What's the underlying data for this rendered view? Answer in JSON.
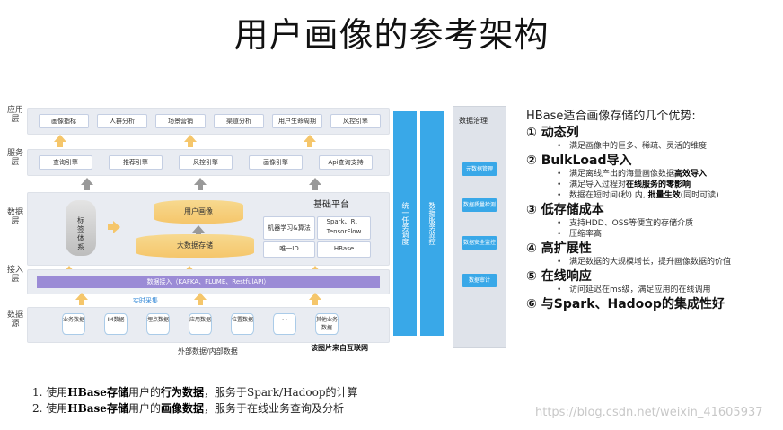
{
  "title": "用户画像的参考架构",
  "layers": {
    "app": "应用层",
    "service": "服务层",
    "data": "数据层",
    "ingest": "接入层",
    "source": "数据源"
  },
  "app_modules": [
    "画像指标",
    "人群分析",
    "场景营销",
    "渠道分析",
    "用户生命周期",
    "风控引擎"
  ],
  "service_modules": [
    "查询引擎",
    "推荐引擎",
    "风控引擎",
    "画像引擎",
    "Api查询支持"
  ],
  "data_layer": {
    "tag_system": "标签体系",
    "user_portrait": "用户画像",
    "big_data_storage": "大数据存储",
    "platform_title": "基础平台",
    "ml": "机器学习&算法",
    "spark": "Spark、R、TensorFlow",
    "oneid": "唯一ID",
    "hbase": "HBase"
  },
  "ingest": {
    "access": "数据接入（KAFKA、FLUME、RestfulAPI）",
    "realtime": "实时采集"
  },
  "sources": [
    "业务数据",
    "IM数据",
    "埋点数据",
    "应用数据",
    "位置数据",
    "· ·",
    "其他业务数据"
  ],
  "source_footer": "外部数据/内部数据",
  "image_credit": "该图片来自互联网",
  "blue_cols": [
    "统一任务调度",
    "数据服务监控"
  ],
  "governance": {
    "title": "数据治理",
    "items": [
      "元数据管理",
      "数据质量检测",
      "数据安全监控",
      "数据审计"
    ]
  },
  "advantages": {
    "title": "HBase适合画像存储的几个优势:",
    "items": [
      {
        "num": "①",
        "head": "动态列",
        "bullets": [
          [
            "满足画像中的巨多、稀疏、灵活的维度"
          ]
        ]
      },
      {
        "num": "②",
        "head": "BulkLoad导入",
        "bullets": [
          [
            "满足离线产出的海量画像数据",
            "高效导入"
          ],
          [
            "满足导入过程对",
            "在线服务的零影响"
          ],
          [
            "数据在短时间(秒) 内, ",
            "批量生效",
            "(同时可读)"
          ]
        ]
      },
      {
        "num": "③",
        "head": "低存储成本",
        "bullets": [
          [
            "支持HDD、OSS等便宜的存储介质"
          ],
          [
            "压缩率高"
          ]
        ]
      },
      {
        "num": "④",
        "head": "高扩展性",
        "bullets": [
          [
            "满足数据的大规模增长，提升画像数据的价值"
          ]
        ]
      },
      {
        "num": "⑤",
        "head": "在线响应",
        "bullets": [
          [
            "访问延迟在ms级，满足应用的在线调用"
          ]
        ]
      },
      {
        "num": "⑥",
        "head": "与Spark、Hadoop的集成性好",
        "bullets": []
      }
    ]
  },
  "notes": [
    {
      "idx": "1.",
      "p1": "使用",
      "b1": "HBase存储",
      "p2": "用户的",
      "b2": "行为数据",
      "p3": "，服务于Spark/Hadoop的计算"
    },
    {
      "idx": "2.",
      "p1": "使用",
      "b1": "HBase存储",
      "p2": "用户的",
      "b2": "画像数据",
      "p3": "，服务于在线业务查询及分析"
    }
  ],
  "watermark": "https://blog.csdn.net/weixin_41605937"
}
